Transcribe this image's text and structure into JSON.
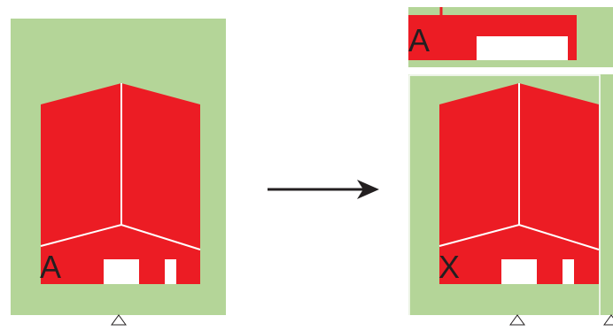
{
  "colors": {
    "background": "#ffffff",
    "panel": "#b4d598",
    "shape": "#ec1c24",
    "window": "#ffffff",
    "ink": "#231f20",
    "outline": "#ffffff"
  },
  "left_panel": {
    "label": "A"
  },
  "right_panel": {
    "top_label": "A",
    "main_label": "X"
  },
  "arrow": {
    "icon": "right-arrow-icon"
  },
  "markers": {
    "icon": "triangle-outline-icon",
    "count": 3
  }
}
